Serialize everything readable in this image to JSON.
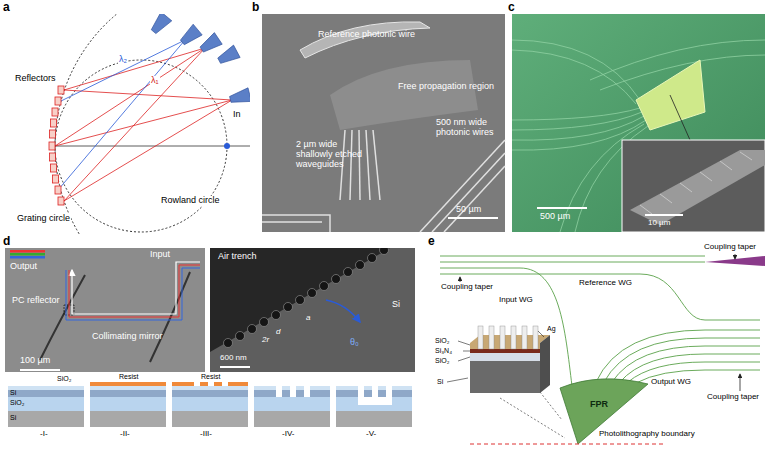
{
  "diagram": {
    "labels": [
      "a",
      "Reflectors",
      "λ₂",
      "λ₁",
      "In",
      "Grating circle",
      "Rowland circle",
      "b",
      "Reference photonic wire",
      "Free propagation region",
      "2 µm wide shallowly etched waveguides",
      "500 nm wide photonic wires",
      "50 µm",
      "c",
      "500 µm",
      "10 µm",
      "d",
      "Output",
      "Input",
      "PC reflector",
      "Collimating mirror",
      "100 µm",
      "Air trench",
      "Si",
      "600 nm",
      "d",
      "a",
      "2r",
      "θ₀",
      "SiO₂",
      "Si",
      "SiO₂",
      "Si",
      "Resist",
      "Resist",
      "-I-",
      "-II-",
      "-III-",
      "-IV-",
      "-V-",
      "e",
      "Coupling taper",
      "Input WG",
      "Reference WG",
      "Coupling taper",
      "Output WG",
      "Coupling taper",
      "SiO₂",
      "Si₃N₄",
      "SiO₂",
      "Si",
      "Ag",
      "FPR",
      "Photolithography boundary"
    ]
  }
}
